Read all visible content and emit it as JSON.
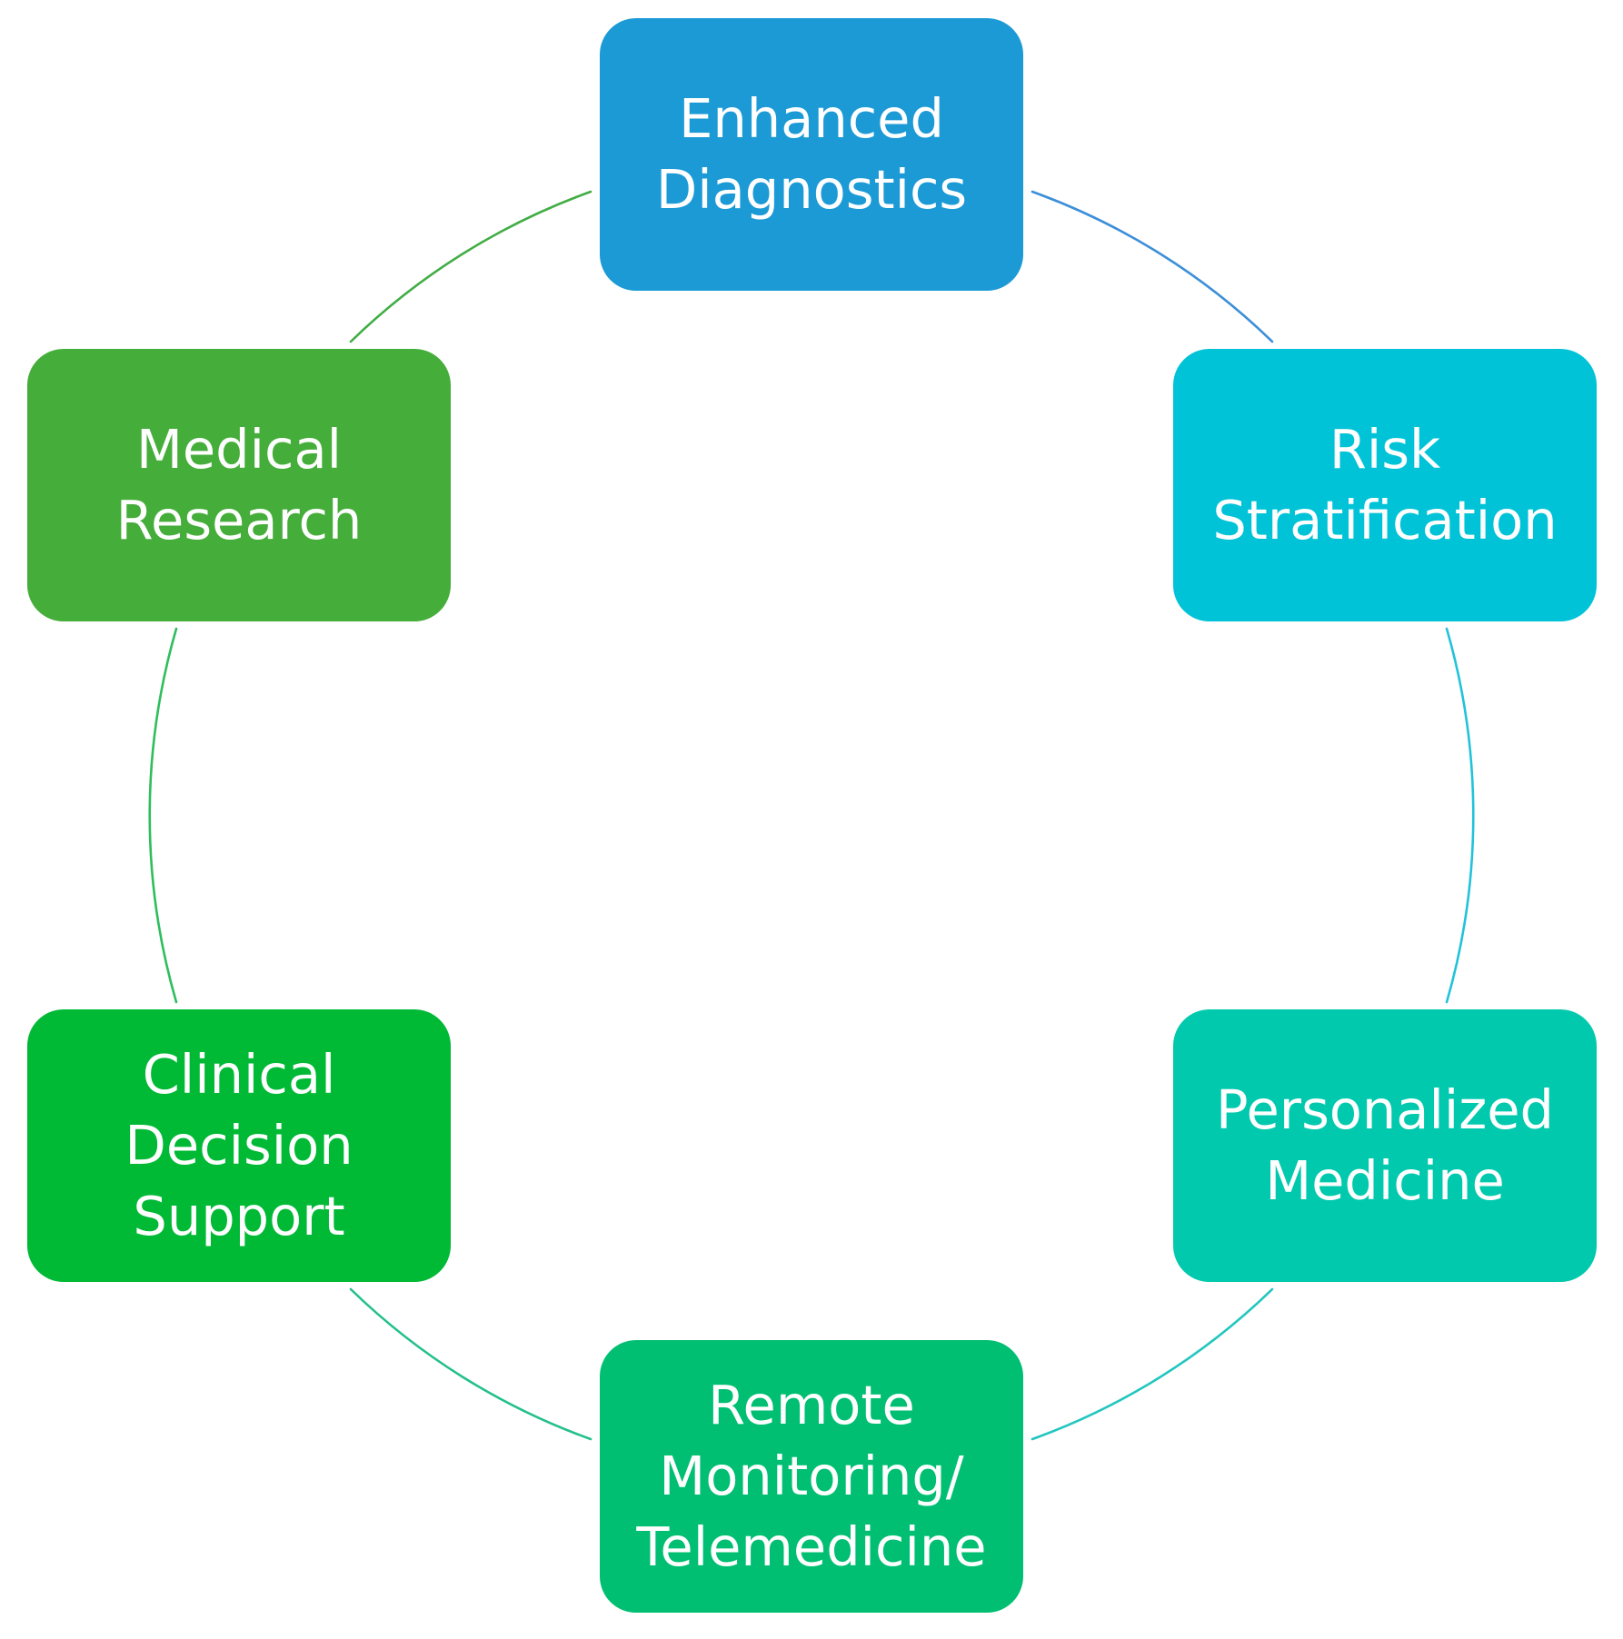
{
  "diagram": {
    "type": "cycle",
    "nodes": [
      {
        "label": "Enhanced\nDiagnostics",
        "color": "#1b9ad6"
      },
      {
        "label": "Risk\nStratification",
        "color": "#00c3d8"
      },
      {
        "label": "Personalized\nMedicine",
        "color": "#00c9ad"
      },
      {
        "label": "Remote\nMonitoring/\nTelemedicine",
        "color": "#00bf72"
      },
      {
        "label": "Clinical\nDecision\nSupport",
        "color": "#00b935"
      },
      {
        "label": "Medical\nResearch",
        "color": "#45ad3a"
      }
    ],
    "connector_colors": [
      "#3d8fd8",
      "#22c2da",
      "#22c6bf",
      "#24c08c",
      "#2ebe5c",
      "#42ad45"
    ]
  }
}
